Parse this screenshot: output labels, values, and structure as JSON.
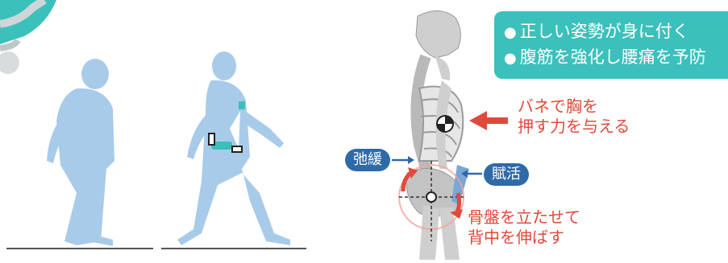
{
  "benefits": {
    "items": [
      "正しい姿勢が身に付く",
      "腹筋を強化し腰痛を予防"
    ]
  },
  "labels": {
    "relaxed": "弛緩",
    "active": "賦活",
    "spring_note": [
      "バネで胸を",
      "押す力を与える"
    ],
    "pelvis_note": [
      "骨盤を立たせて",
      "背中を伸ばす"
    ]
  },
  "colors": {
    "accent_teal": "#3cc0bb",
    "figure_blue": "#a9cbea",
    "pill_blue": "#2f6aa8",
    "arrow_red": "#e04a3a"
  }
}
